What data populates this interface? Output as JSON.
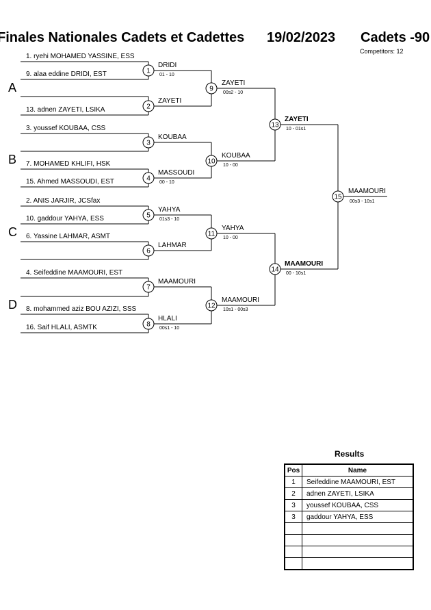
{
  "header": {
    "title": "Finales Nationales Cadets et Cadettes",
    "date": "19/02/2023",
    "category": "Cadets -90",
    "competitors": "Competitors: 12"
  },
  "pools": [
    "A",
    "B",
    "C",
    "D"
  ],
  "entrants": [
    "1. ryehi MOHAMED YASSINE, ESS",
    "9. alaa eddine DRIDI, EST",
    "13. adnen ZAYETI, LSIKA",
    "3. youssef KOUBAA, CSS",
    "7. MOHAMED KHLIFI, HSK",
    "15. Ahmed MASSOUDI, EST",
    "2. ANIS JARJIR, JCSfax",
    "10. gaddour YAHYA, ESS",
    "6. Yassine LAHMAR, ASMT",
    "4. Seifeddine MAAMOURI, EST",
    "8. mohammed aziz BOU AZIZI, SSS",
    "16. Saif HLALI, ASMTK"
  ],
  "matches": [
    {
      "id": 1,
      "number": "1",
      "winner": "DRIDI",
      "score": "01 - 10"
    },
    {
      "id": 2,
      "number": "2",
      "winner": "ZAYETI",
      "score": ""
    },
    {
      "id": 3,
      "number": "3",
      "winner": "KOUBAA",
      "score": ""
    },
    {
      "id": 4,
      "number": "4",
      "winner": "MASSOUDI",
      "score": "00 - 10"
    },
    {
      "id": 5,
      "number": "5",
      "winner": "YAHYA",
      "score": "01s3 - 10"
    },
    {
      "id": 6,
      "number": "6",
      "winner": "LAHMAR",
      "score": ""
    },
    {
      "id": 7,
      "number": "7",
      "winner": "MAAMOURI",
      "score": ""
    },
    {
      "id": 8,
      "number": "8",
      "winner": "HLALI",
      "score": "00s1 - 10"
    },
    {
      "id": 9,
      "number": "9",
      "winner": "ZAYETI",
      "score": "00s2 - 10"
    },
    {
      "id": 10,
      "number": "10",
      "winner": "KOUBAA",
      "score": "10 - 00"
    },
    {
      "id": 11,
      "number": "11",
      "winner": "YAHYA",
      "score": "10 - 00"
    },
    {
      "id": 12,
      "number": "12",
      "winner": "MAAMOURI",
      "score": "10s1 - 00s3"
    },
    {
      "id": 13,
      "number": "13",
      "winner": "ZAYETI",
      "score": "10 - 01s1"
    },
    {
      "id": 14,
      "number": "14",
      "winner": "MAAMOURI",
      "score": "00 - 10s1"
    },
    {
      "id": 15,
      "number": "15",
      "winner": "MAAMOURI",
      "score": "00s3 - 10s1"
    }
  ],
  "results": {
    "title": "Results",
    "headers": {
      "pos": "Pos",
      "name": "Name"
    },
    "rows": [
      {
        "pos": "1",
        "name": "Seifeddine MAAMOURI, EST"
      },
      {
        "pos": "2",
        "name": "adnen ZAYETI, LSIKA"
      },
      {
        "pos": "3",
        "name": "youssef KOUBAA, CSS"
      },
      {
        "pos": "3",
        "name": "gaddour YAHYA, ESS"
      },
      {
        "pos": "",
        "name": ""
      },
      {
        "pos": "",
        "name": ""
      },
      {
        "pos": "",
        "name": ""
      },
      {
        "pos": "",
        "name": ""
      }
    ]
  }
}
